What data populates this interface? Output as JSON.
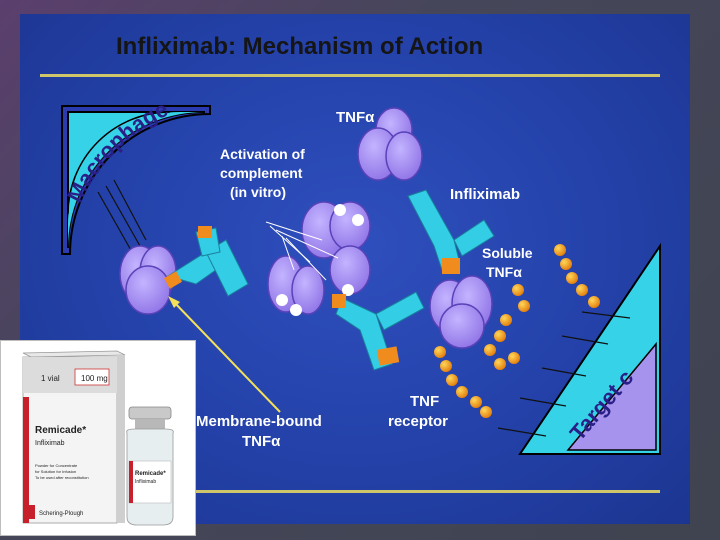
{
  "slide": {
    "title": "Infliximab: Mechanism of Action",
    "macrophage_label": "Macrophage",
    "target_cell_label": "Target cell",
    "tnf_top_label": "TNFα",
    "complement_line1": "Activation of",
    "complement_line2": "complement",
    "complement_line3": "(in vitro)",
    "infliximab_label": "Infliximab",
    "soluble_line1": "Soluble",
    "soluble_line2": "TNFα",
    "membrane_line1": "Membrane-bound",
    "membrane_line2": "TNFα",
    "receptor_line1": "TNF",
    "receptor_line2": "receptor"
  },
  "product": {
    "carton_vial": "1 vial",
    "carton_dose": "100 mg",
    "brand": "Remicade*",
    "generic": "Infliximab",
    "form_line1": "Powder for Concentrate",
    "form_line2": "for Solution for Infusion",
    "form_line3": "To be used after reconstitution",
    "maker": "Schering-Plough",
    "vial_brand": "Remicade*",
    "vial_generic": "Infliximab"
  },
  "colors": {
    "background": "#2341a8",
    "cell": "#33d1e6",
    "cell_inner": "#a593ee",
    "tnf": "#a78ff0",
    "antibody": "#33cde6",
    "antibody_tip": "#f08c1e",
    "dot": "#f2a21c",
    "rule": "#d4c96a"
  }
}
